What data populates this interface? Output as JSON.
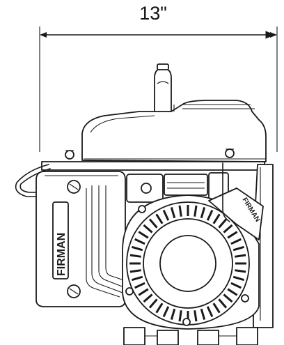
{
  "dimension": {
    "width_label": "13\""
  },
  "branding": {
    "tank_logo": "FIRMAN",
    "recoil_logo": "FIRMAN"
  },
  "colors": {
    "line": "#1a1a1a",
    "background": "#ffffff"
  }
}
